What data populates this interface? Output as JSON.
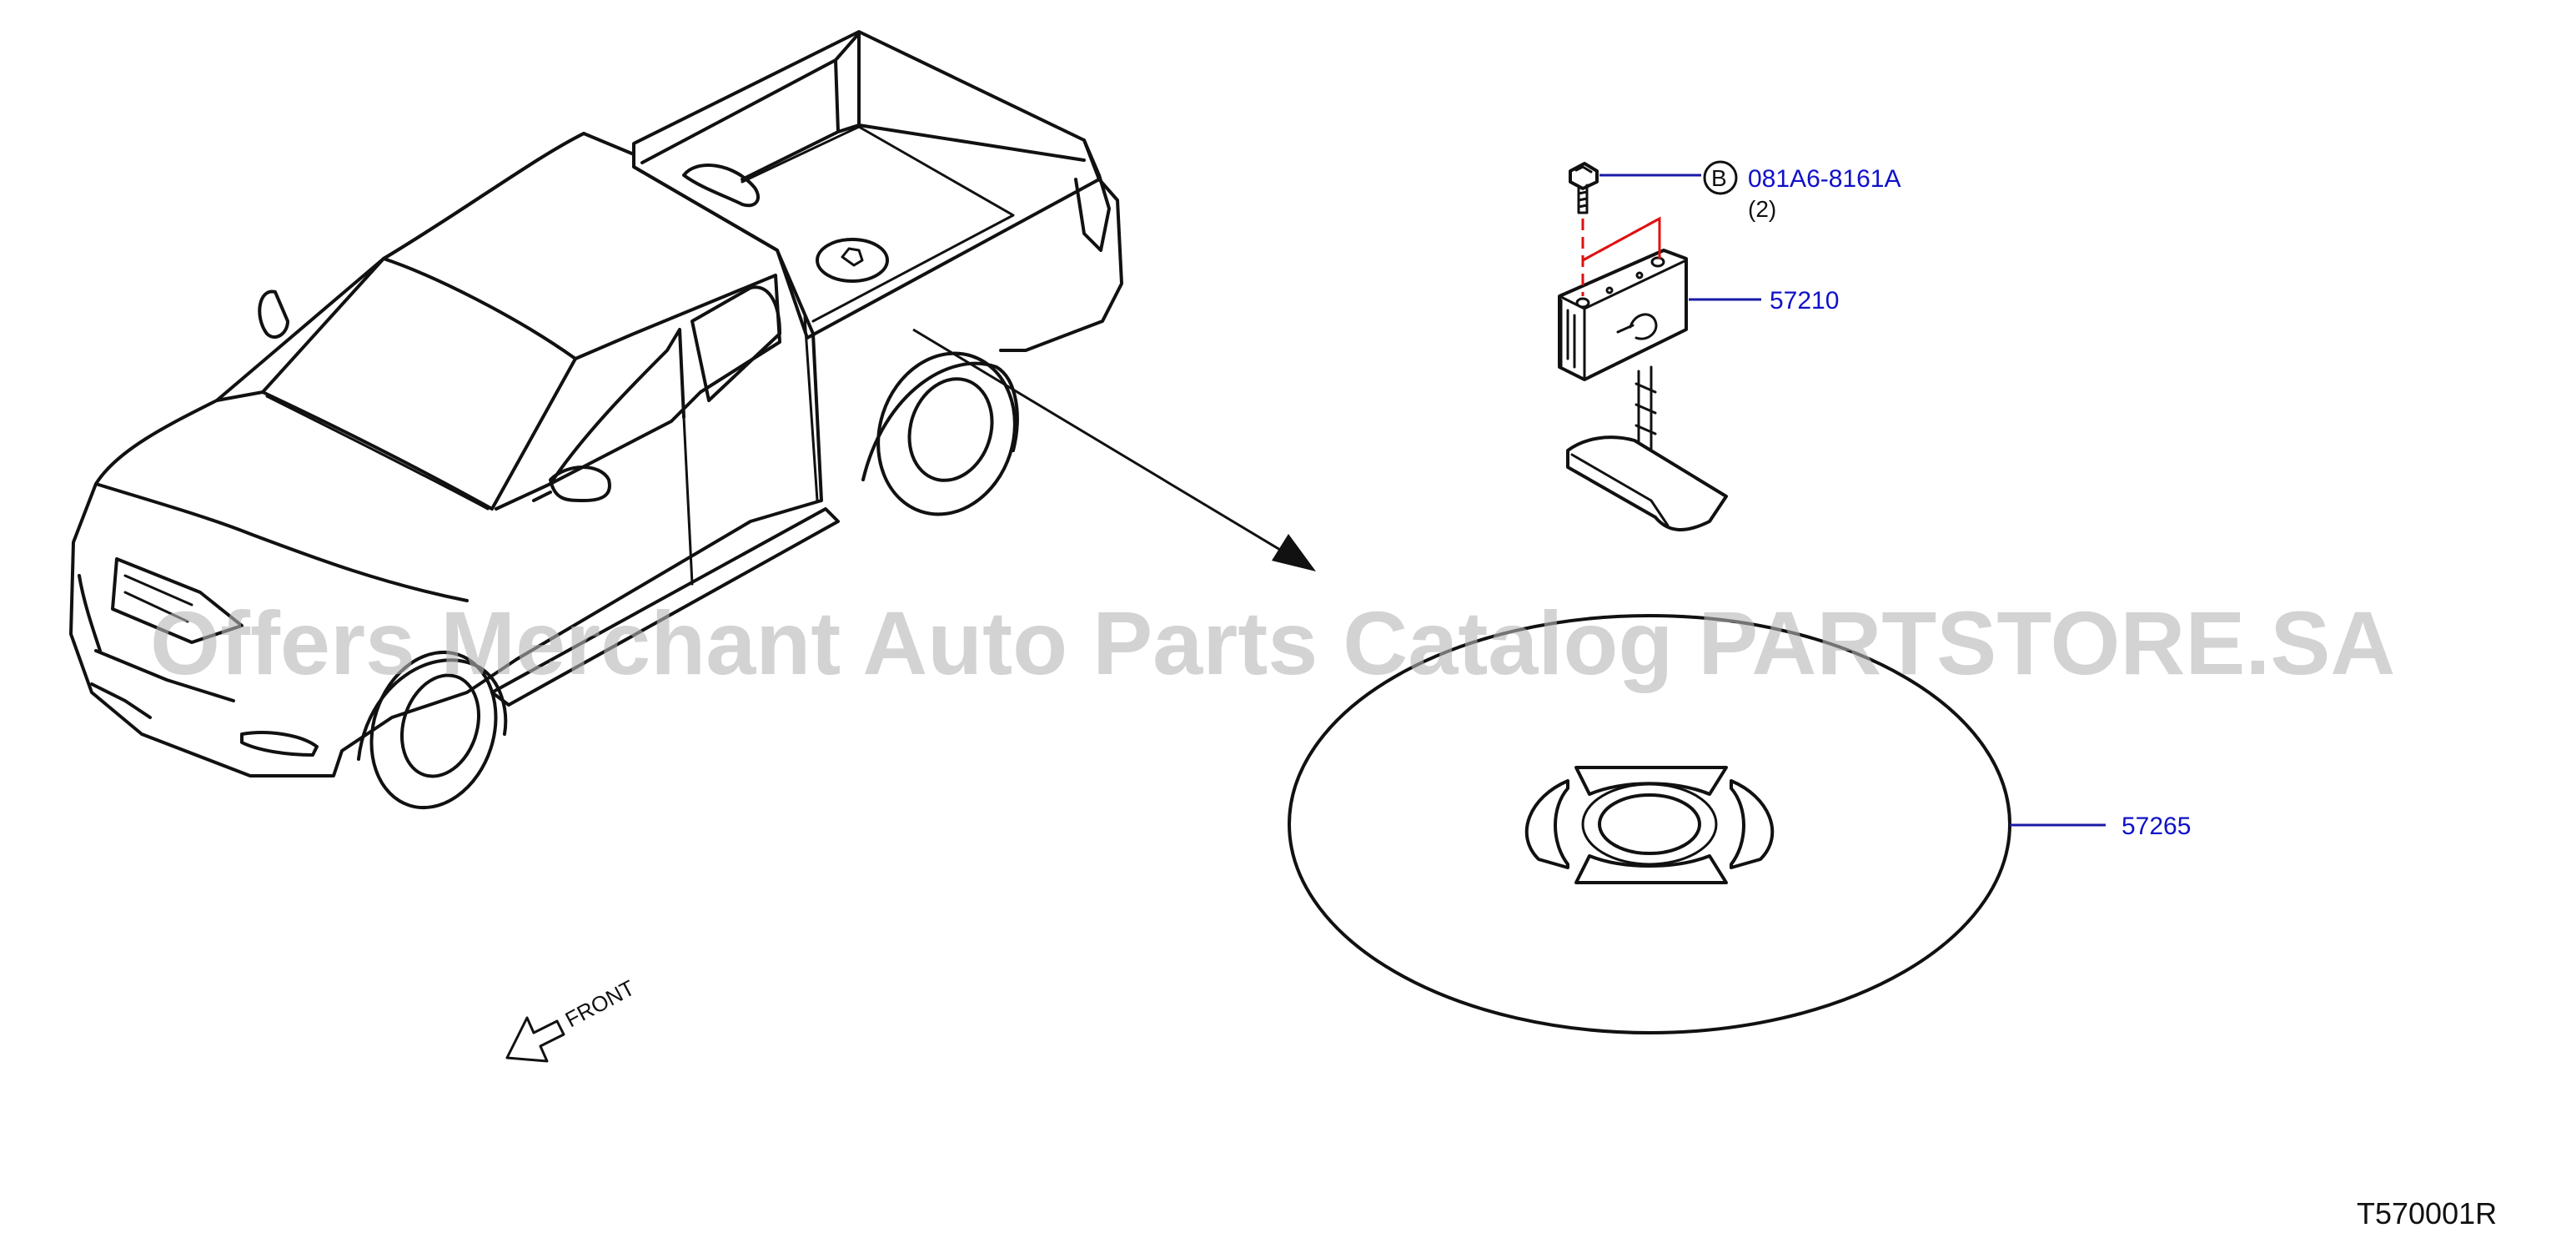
{
  "parts": [
    {
      "number": "081A6-8161A",
      "badge": "B",
      "quantity": "(2)"
    },
    {
      "number": "57210"
    },
    {
      "number": "57265"
    }
  ],
  "direction_label": "FRONT",
  "watermark": "Offers Merchant Auto Parts Catalog PARTSTORE.SA",
  "diagram_ref": "T570001R",
  "colors": {
    "callout_text": "#1010c8",
    "leader_line": "#1a1aa6",
    "install_guide": "#e01010",
    "watermark": "#b5b5b5"
  }
}
